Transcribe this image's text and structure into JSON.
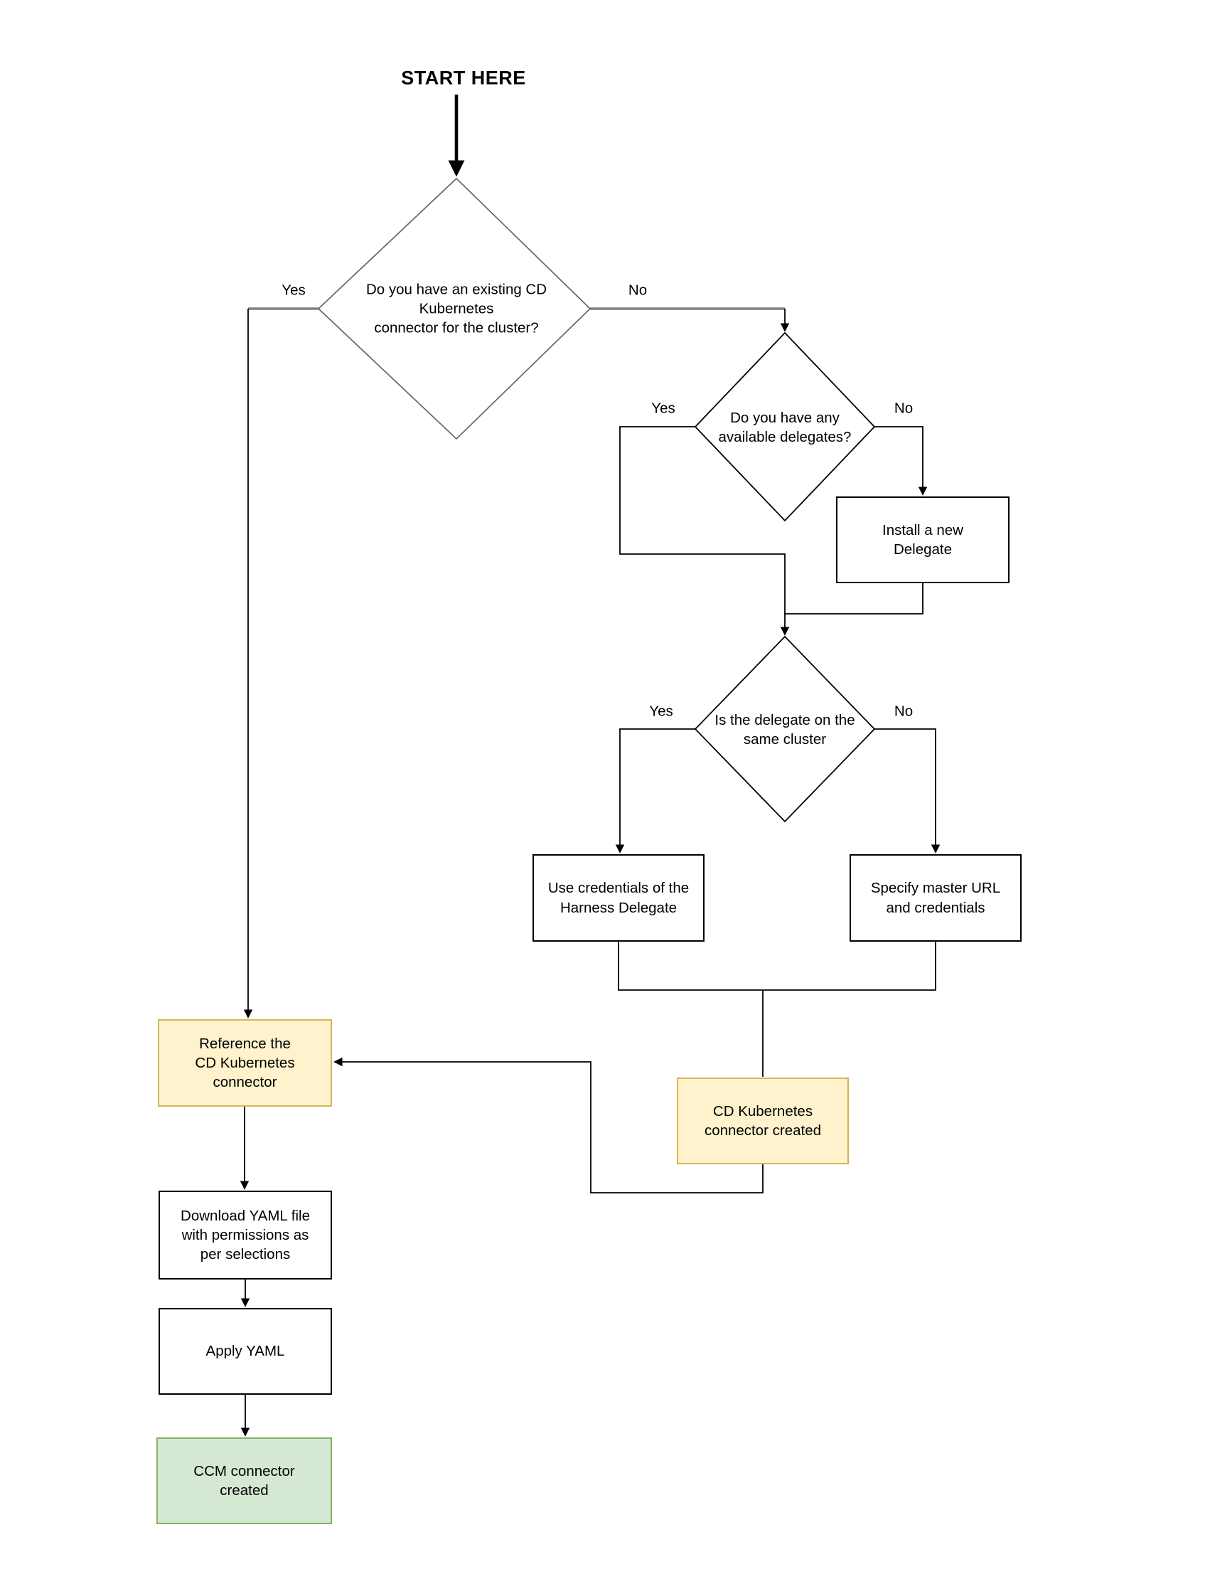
{
  "title": "START HERE",
  "colors": {
    "line": "#000000",
    "gray_stroke": "#666666",
    "stub_gray": "#808080",
    "yellow_fill": "#fff2cc",
    "yellow_border": "#d6b656",
    "green_fill": "#d5e8d4",
    "green_border": "#82b366"
  },
  "decisions": {
    "existing_connector": {
      "question": "Do you have an existing CD\nKubernetes\nconnector for the cluster?",
      "yes_label": "Yes",
      "no_label": "No"
    },
    "available_delegates": {
      "question": "Do you have any\navailable delegates?",
      "yes_label": "Yes",
      "no_label": "No"
    },
    "same_cluster": {
      "question": "Is the delegate on the\nsame cluster",
      "yes_label": "Yes",
      "no_label": "No"
    }
  },
  "steps": {
    "install_delegate": "Install a new\nDelegate",
    "use_delegate_credentials": "Use credentials of the\nHarness Delegate",
    "specify_master_url": "Specify master URL\nand credentials",
    "cd_connector_created": "CD Kubernetes\nconnector created",
    "reference_connector": "Reference the\nCD Kubernetes\nconnector",
    "download_yaml": "Download YAML file\nwith permissions as\nper selections",
    "apply_yaml": "Apply YAML",
    "ccm_connector_created": "CCM connector\ncreated"
  }
}
